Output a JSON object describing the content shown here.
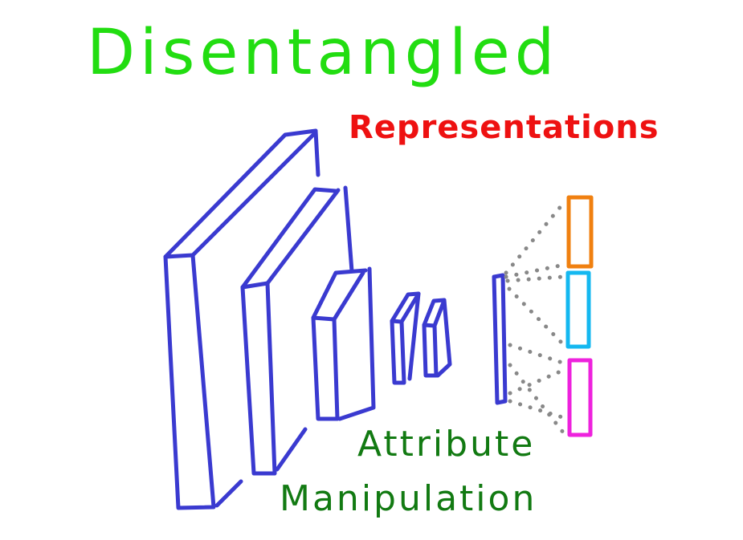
{
  "diagram": {
    "title": "Disentangled",
    "subtitle": "Representations",
    "caption_line1": "Attribute",
    "caption_line2": "Manipulation"
  },
  "colors": {
    "title": "#22dd11",
    "subtitle": "#ee1111",
    "caption": "#127a12",
    "network": "#3a3ad0",
    "connector": "#888888",
    "latent_1": "#f08010",
    "latent_2": "#14b8f0",
    "latent_3": "#ee22dd"
  },
  "icons": {
    "network": "cnn-encoder-layers-icon",
    "latent": "latent-code-block-icon"
  }
}
